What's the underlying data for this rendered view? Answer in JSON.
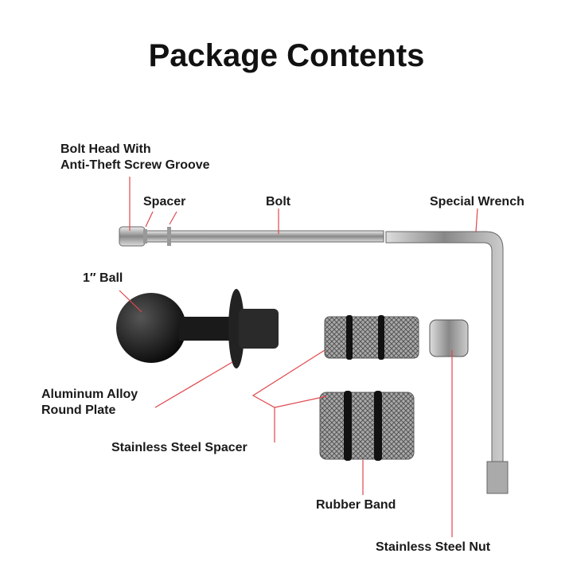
{
  "title": "Package Contents",
  "labels": {
    "bolt_head_line1": "Bolt Head With",
    "bolt_head_line2": "Anti-Theft Screw Groove",
    "spacer": "Spacer",
    "bolt": "Bolt",
    "special_wrench": "Special Wrench",
    "ball": "1″ Ball",
    "plate_line1": "Aluminum Alloy",
    "plate_line2": "Round Plate",
    "steel_spacer": "Stainless Steel Spacer",
    "rubber_band": "Rubber Band",
    "steel_nut": "Stainless Steel Nut"
  },
  "colors": {
    "leader": "#e0474c",
    "text": "#1a1a1a"
  }
}
